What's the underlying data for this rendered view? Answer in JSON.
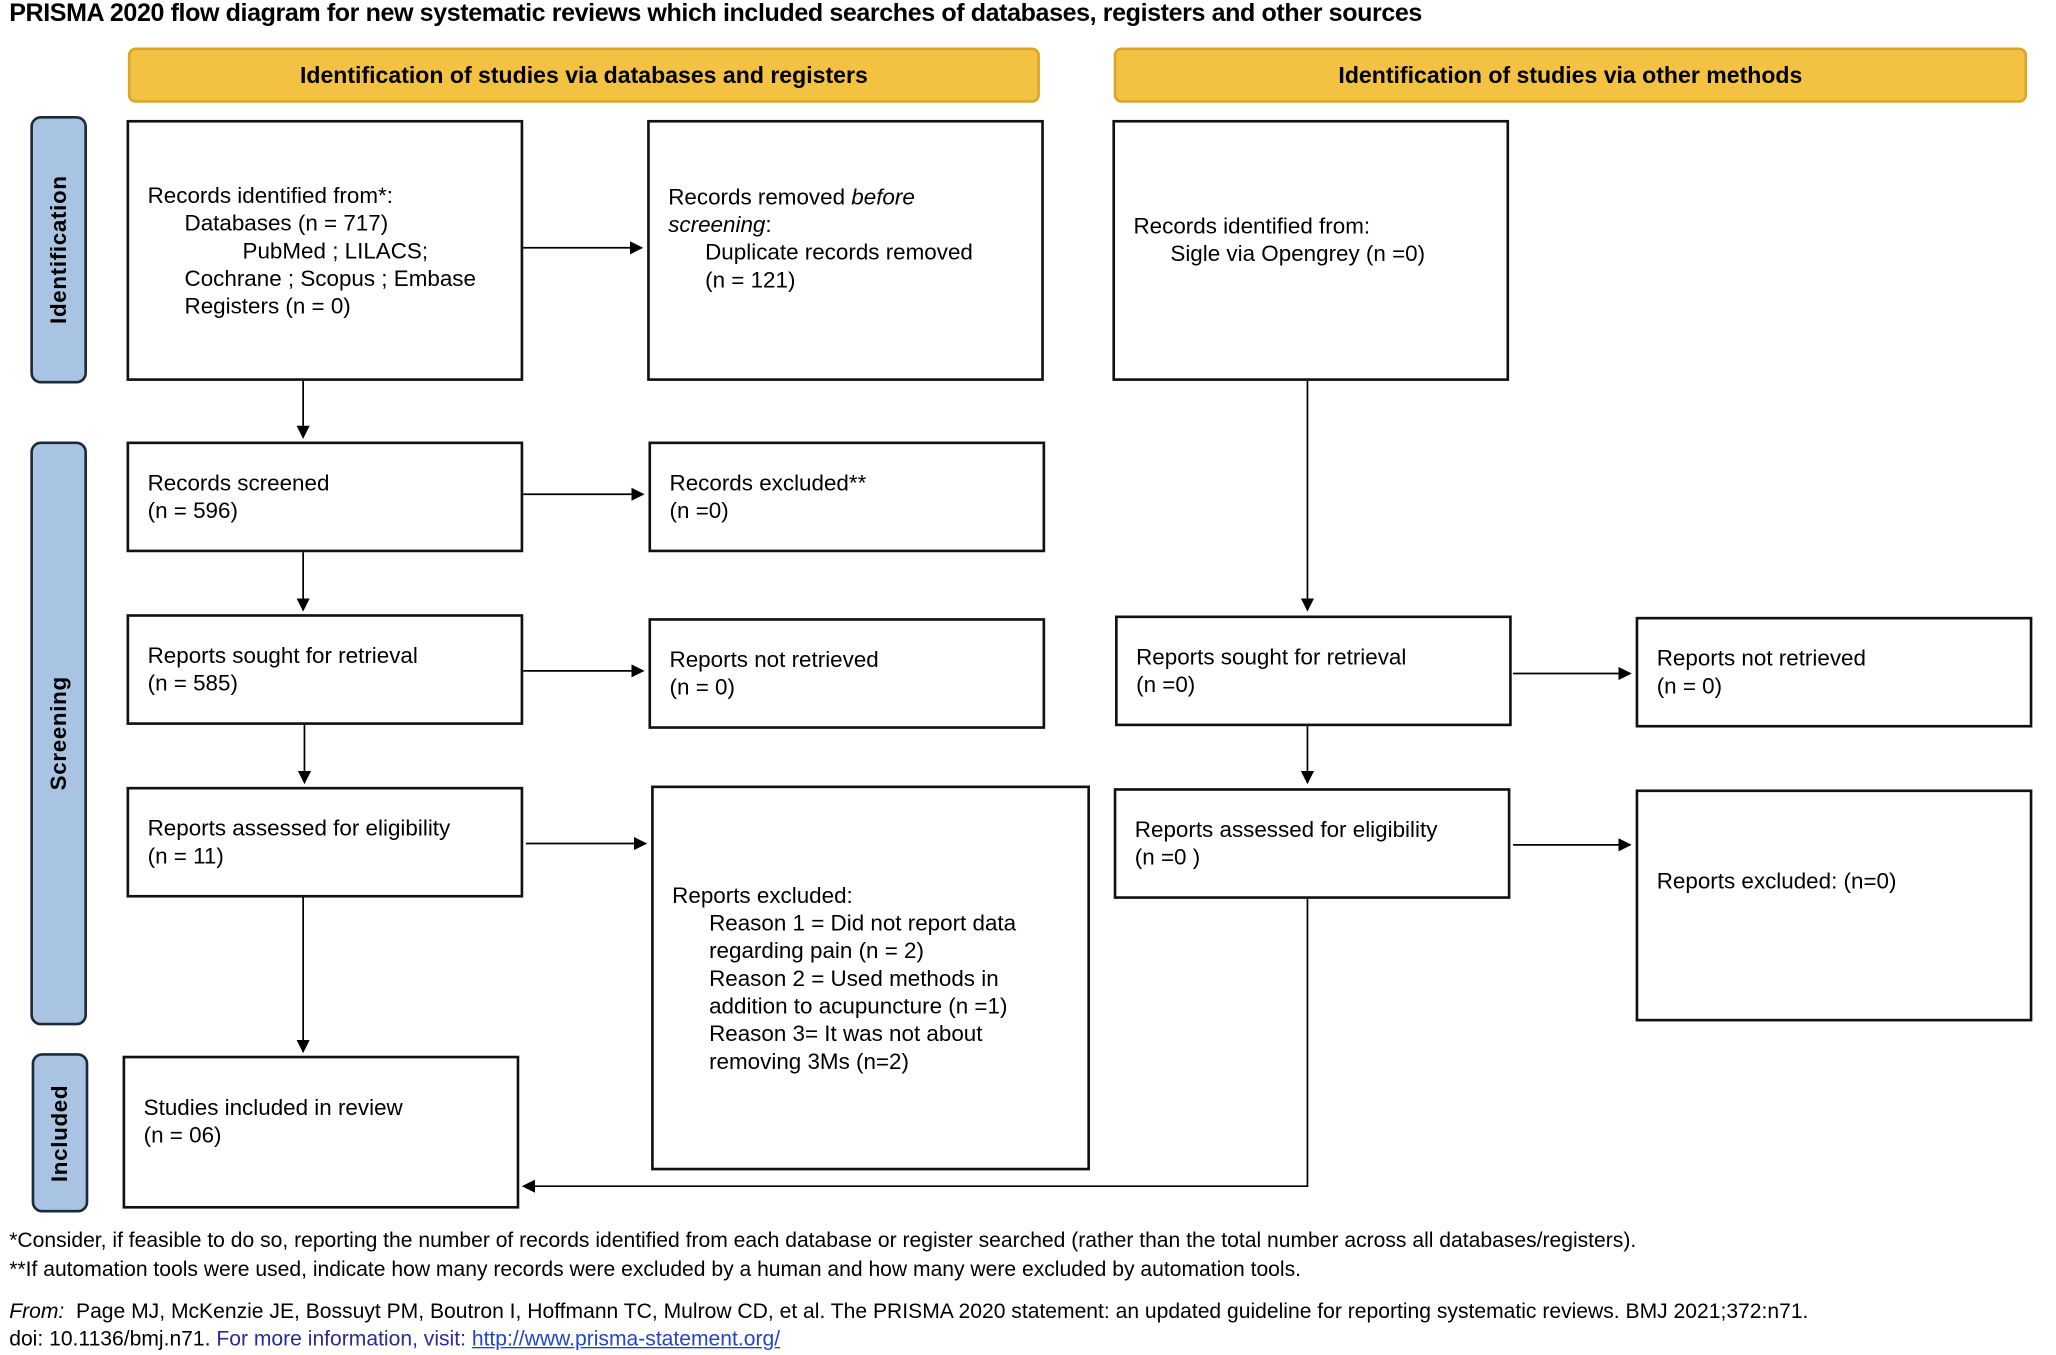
{
  "title": "PRISMA 2020 flow diagram for new systematic reviews which included searches of databases, registers and other sources",
  "headers": {
    "databases": "Identification of studies via databases and registers",
    "other": "Identification of studies via other methods"
  },
  "stages": {
    "identification": "Identification",
    "screening": "Screening",
    "included": "Included"
  },
  "boxes": {
    "identified": {
      "l1": "Records identified from*:",
      "l2": "Databases (n = 717)",
      "l3": "PubMed ; LILACS;",
      "l4": "Cochrane ; Scopus ; Embase",
      "l5": "Registers (n = 0)"
    },
    "removed": {
      "l1a": "Records removed ",
      "l1b": "before",
      "l2a": "screening",
      "l2b": ":",
      "l3": "Duplicate records removed",
      "l4": "(n = 121)"
    },
    "other_identified": {
      "l1": "Records identified from:",
      "l2": "Sigle via Opengrey (n =0)"
    },
    "screened": {
      "l1": "Records screened",
      "l2": "(n = 596)"
    },
    "excluded": {
      "l1": "Records excluded**",
      "l2": "(n =0)"
    },
    "sought": {
      "l1": "Reports sought for retrieval",
      "l2": "(n = 585)"
    },
    "not_retrieved": {
      "l1": "Reports not retrieved",
      "l2": "(n = 0)"
    },
    "other_sought": {
      "l1": "Reports sought for retrieval",
      "l2": "(n =0)"
    },
    "other_not_retrieved": {
      "l1": "Reports not retrieved",
      "l2": "(n = 0)"
    },
    "assessed": {
      "l1": "Reports assessed for eligibility",
      "l2": "(n = 11)"
    },
    "reports_excluded": {
      "l1": "Reports excluded:",
      "l2": "Reason 1 = Did not report data",
      "l3": "regarding pain (n = 2)",
      "l4": "Reason 2 = Used methods in",
      "l5": "addition to acupuncture (n =1)",
      "l6": "Reason 3= It was not about",
      "l7": "removing 3Ms (n=2)"
    },
    "other_assessed": {
      "l1": "Reports assessed for eligibility",
      "l2": "(n =0 )"
    },
    "other_excluded": {
      "l1": "Reports excluded: (n=0)"
    },
    "included": {
      "l1": "Studies included in review",
      "l2": "(n = 06)"
    }
  },
  "footer": {
    "note1": "*Consider, if feasible to do so, reporting the number of records identified from each database or register searched (rather than the total number across all databases/registers).",
    "note2": "**If automation tools were used, indicate how many records were excluded by a human and how many were excluded by automation tools.",
    "from_label": "From:",
    "citation": "Page MJ, McKenzie JE, Bossuyt PM, Boutron I, Hoffmann TC, Mulrow CD, et al. The PRISMA 2020 statement: an updated guideline for reporting systematic reviews. BMJ 2021;372:n71.",
    "doi": "doi: 10.1136/bmj.n71.",
    "more_info": "For more information, visit:",
    "link": "http://www.prisma-statement.org/"
  },
  "colors": {
    "header": "#f4c242",
    "stage": "#a9c4e2"
  }
}
